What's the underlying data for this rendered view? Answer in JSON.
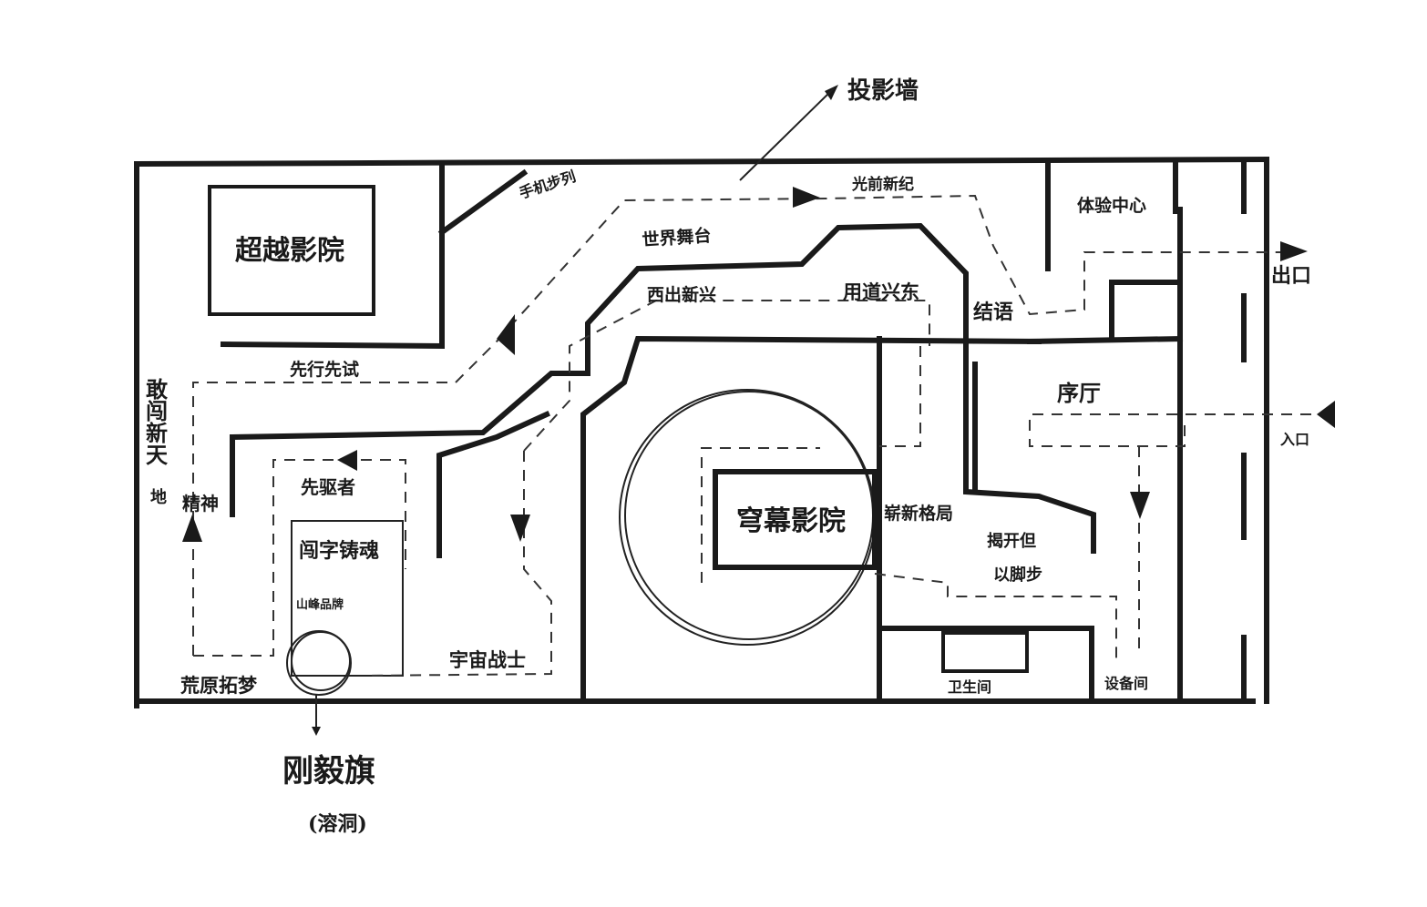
{
  "labels": {
    "projection_wall": "投影墙",
    "theater_left": "超越影院",
    "theater_center": "穹幕影院",
    "label_top_left_entry": "手机步列",
    "label_top_mid": "光前新纪",
    "label_stage": "世界舞台",
    "label_west": "西出新兴",
    "label_route_east": "用道兴东",
    "label_conclusion": "结语",
    "label_lobby": "序厅",
    "label_exit": "出口",
    "label_entry": "入口",
    "label_experience": "体验中心",
    "label_pioneer": "先行先试",
    "label_vertical_left": "敢闯新天",
    "label_vertical_left_b": "地",
    "label_spirit": "精神",
    "label_pioneers_room": "先驱者",
    "label_soul": "闯字铸魂",
    "label_small_circle": "山峰品牌",
    "label_wasteland": "荒原拓梦",
    "label_builder": "宇宙战士",
    "label_new_pattern": "崭新格局",
    "label_footsteps_a": "揭开但",
    "label_footsteps_b": "以脚步",
    "label_restroom": "卫生间",
    "label_equipment": "设备间",
    "label_flag": "刚毅旗",
    "label_flag_sub": "(溶洞)"
  },
  "colors": {
    "ink": "#1a1a1a",
    "paper": "#ffffff"
  }
}
